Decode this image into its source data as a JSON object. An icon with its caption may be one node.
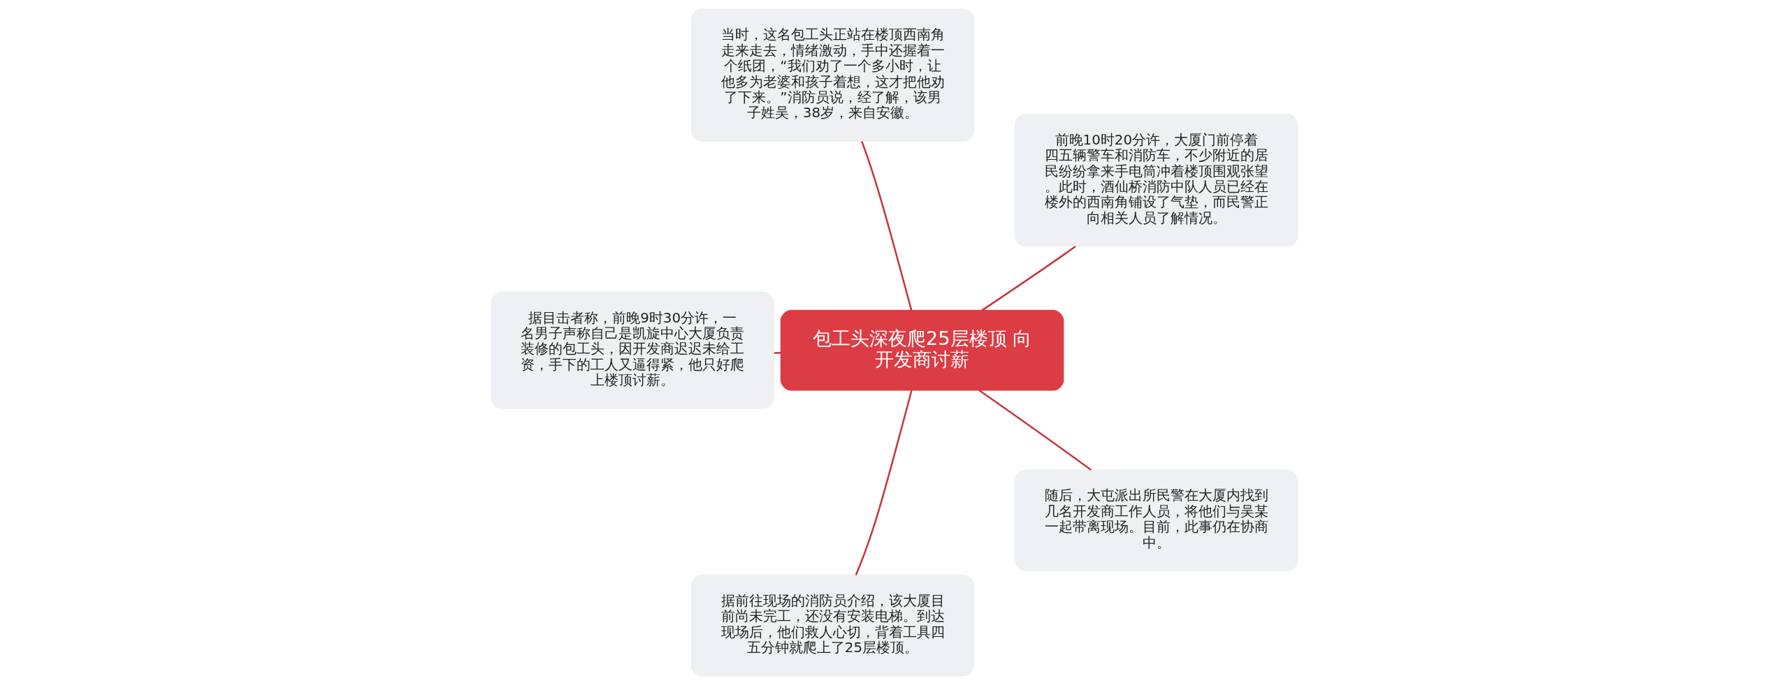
{
  "diagram": {
    "nodes": [
      {
        "text": [
          "包工头深夜爬25层楼顶 向开发商讨薪"
        ]
      },
      {
        "text": [
          "前晚10时20分许，大厦门前停着四五辆警车和消防车，不少附近的居民纷纷拿来手电筒冲着楼顶围观张望。此时，酒仙桥消防中队人员已经在楼外的西南角铺设了气垫，而民警正向相关人员了解情况。"
        ]
      },
      {
        "text": [
          "当时，这名包工头正站在楼顶西南角走来走去，情绪激动，手中还握着一个纸团，“我们劝了一个多小时，让他多为老婆和孩子着想，这才把他劝了下来。”消防员说，经了解，该男子姓吴，38岁，来自安徽。"
        ]
      },
      {
        "text": [
          "据目击者称，前晚9时30分许，一名男子声称自己是凯旋中心大厦负责装修的包工头，因开发商迟迟未给工资，手下的工人又逼得紧，他只好爬上楼顶讨薪。"
        ]
      },
      {
        "text": [
          "据前往现场的消防员介绍，该大厦目前尚未完工，还没有安装电梯。到达现场后，他们救人心切，背着工具四五分钟就爬上了25层楼顶。"
        ]
      },
      {
        "text": [
          "随后，大屯派出所民警在大厦内找到几名开发商工作人员，将他们与吴某一起带离现场。目前，此事仍在协商中。"
        ]
      }
    ],
    "edges": [
      {
        "from": 0,
        "to": 1,
        "arrow": "none"
      },
      {
        "from": 0,
        "to": 2,
        "arrow": "none"
      },
      {
        "from": 0,
        "to": 3,
        "arrow": "none"
      },
      {
        "from": 0,
        "to": 4,
        "arrow": "none"
      },
      {
        "from": 0,
        "to": 5,
        "arrow": "none"
      }
    ]
  }
}
